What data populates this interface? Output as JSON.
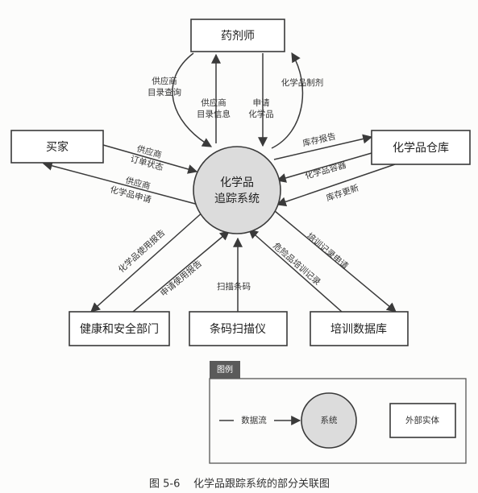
{
  "entities": {
    "pharmacist": "药剂师",
    "buyer": "买家",
    "warehouse": "化学品仓库",
    "health_safety": "健康和安全部门",
    "barcode_scanner": "条码扫描仪",
    "training_db": "培训数据库"
  },
  "process": {
    "line1": "化学品",
    "line2": "追踪系统"
  },
  "flows": {
    "vendor_catalog_query": [
      "供应商",
      "目录查询"
    ],
    "vendor_catalog_info": [
      "供应商",
      "目录信息"
    ],
    "request_chemical": [
      "申请",
      "化学品"
    ],
    "chemical_preparation": "化学品制剂",
    "vendor_order_status": [
      "供应商",
      "订单状态"
    ],
    "vendor_chemical_request": [
      "供应商",
      "化学品申请"
    ],
    "inventory_report": "库存报告",
    "chemical_container": "化学品容器",
    "inventory_update": "库存更新",
    "chemical_usage_report": "化学品使用报告",
    "request_usage_report": "申请使用报告",
    "scan_barcode": "扫描条码",
    "hazmat_training_record": "危险品培训记录",
    "training_record_request": "培训记录申请"
  },
  "legend": {
    "title": "图例",
    "data_flow": "数据流",
    "system": "系统",
    "external_entity": "外部实体"
  },
  "caption": {
    "number": "图 5-6",
    "text": "化学品跟踪系统的部分关联图"
  }
}
